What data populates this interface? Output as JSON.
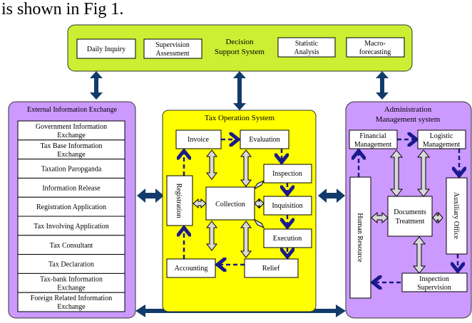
{
  "caption": "is shown in Fig 1.",
  "decision": {
    "title_line1": "Decision",
    "title_line2": "Support System",
    "items": [
      [
        "Daily Inquiry",
        ""
      ],
      [
        "Supervision",
        "Assessment"
      ],
      [
        "Statistic",
        "Analysis"
      ],
      [
        "Macro-",
        "forecasting"
      ]
    ]
  },
  "external": {
    "title": "External Information Exchange",
    "items": [
      [
        "Government Information",
        "Exchange"
      ],
      [
        "Tax Base Information",
        "Exchange"
      ],
      [
        "Taxation Paropganda",
        ""
      ],
      [
        "Information Release",
        ""
      ],
      [
        "Registration Application",
        ""
      ],
      [
        "Tax Involving Application",
        ""
      ],
      [
        "Tax Consultant",
        ""
      ],
      [
        "Tax Declaration",
        ""
      ],
      [
        "Tax-bank Information",
        "Exchange"
      ],
      [
        "Foreign Related Information",
        "Exchange"
      ]
    ]
  },
  "tax": {
    "title": "Tax Operation System",
    "invoice": "Invoice",
    "evaluation": "Evaluation",
    "inspection": "Inspection",
    "inquisition": "Inquisition",
    "execution": "Execution",
    "relief": "Relief",
    "accounting": "Accounting",
    "registration": "Registration",
    "collection": "Collection"
  },
  "admin": {
    "title_line1": "Administration",
    "title_line2": "Management system",
    "financial": [
      "Financial",
      "Management"
    ],
    "logistic": [
      "Logistic",
      "Management"
    ],
    "human": "Human Resource",
    "documents": [
      "Documents",
      "Treatment"
    ],
    "auxiliary": "Auxiliary Office",
    "inspection": [
      "Inspection",
      "Supervision"
    ]
  },
  "colors": {
    "decision_bg": "#ccee33",
    "panel_purple": "#cc99ff",
    "tax_yellow": "#ffff00",
    "arrow_navy": "#123b6b",
    "dash_blue": "#1a1a8c"
  }
}
